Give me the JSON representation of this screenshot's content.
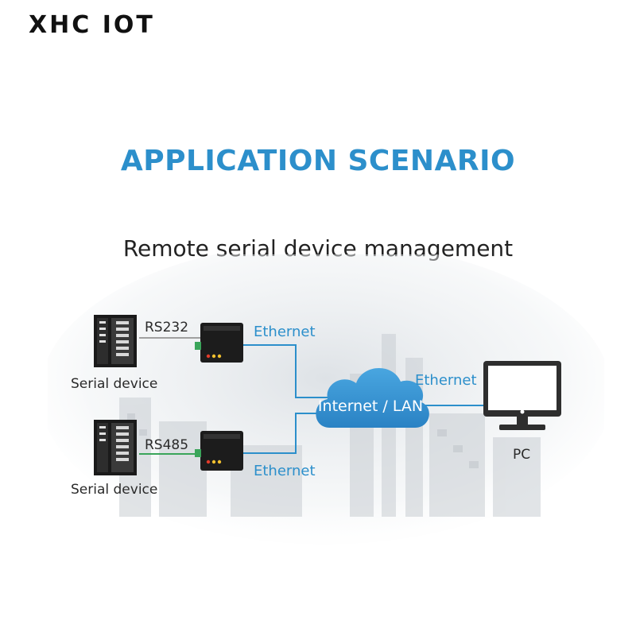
{
  "brand": "XHC IOT",
  "heading": "APPLICATION SCENARIO",
  "subheading": "Remote serial device management",
  "diagram": {
    "device_top": {
      "label": "Serial device",
      "link": "RS232"
    },
    "device_bottom": {
      "label": "Serial device",
      "link": "RS485"
    },
    "ethernet_top": "Ethernet",
    "ethernet_bottom": "Ethernet",
    "ethernet_pc": "Ethernet",
    "cloud": "Internet / LAN",
    "pc": "PC",
    "colors": {
      "accent": "#2c8fcb",
      "cloud": "#2f8fd0",
      "rs232_line": "#a0a0a0",
      "rs485_line": "#3aa55a"
    }
  }
}
